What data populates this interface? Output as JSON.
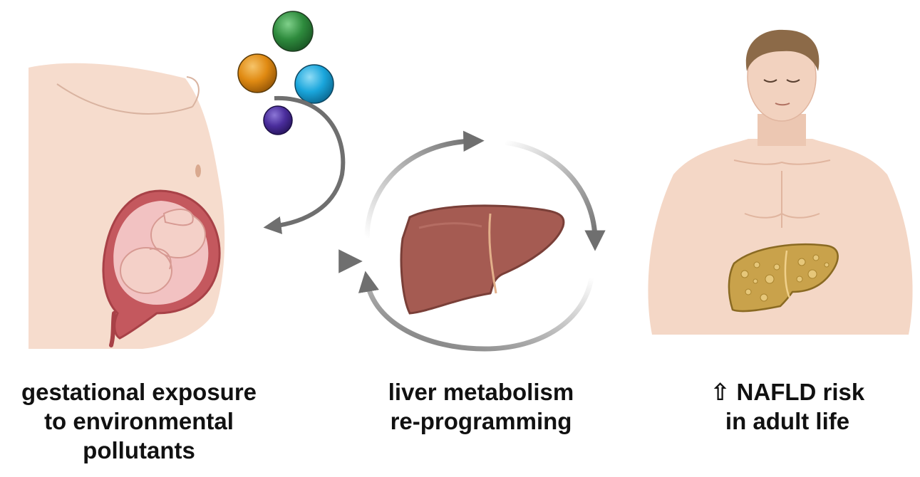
{
  "panels": {
    "left": {
      "lines": [
        "gestational exposure",
        "to environmental",
        "pollutants"
      ]
    },
    "middle": {
      "lines": [
        "liver metabolism",
        "re-programming"
      ]
    },
    "right": {
      "lines": [
        "⇧ NAFLD risk",
        "in adult life"
      ]
    }
  },
  "pollutant_particles": [
    {
      "name": "green-particle",
      "color": "#2e8b3d"
    },
    {
      "name": "orange-particle",
      "color": "#e08a12"
    },
    {
      "name": "blue-particle",
      "color": "#1aa6dc"
    },
    {
      "name": "purple-particle",
      "color": "#4a2d9c"
    }
  ],
  "colors": {
    "arrow": "#6f6f6f",
    "skin": "#f4d7c6",
    "healthy_liver": "#a55b52",
    "fatty_liver": "#c9a24b"
  }
}
